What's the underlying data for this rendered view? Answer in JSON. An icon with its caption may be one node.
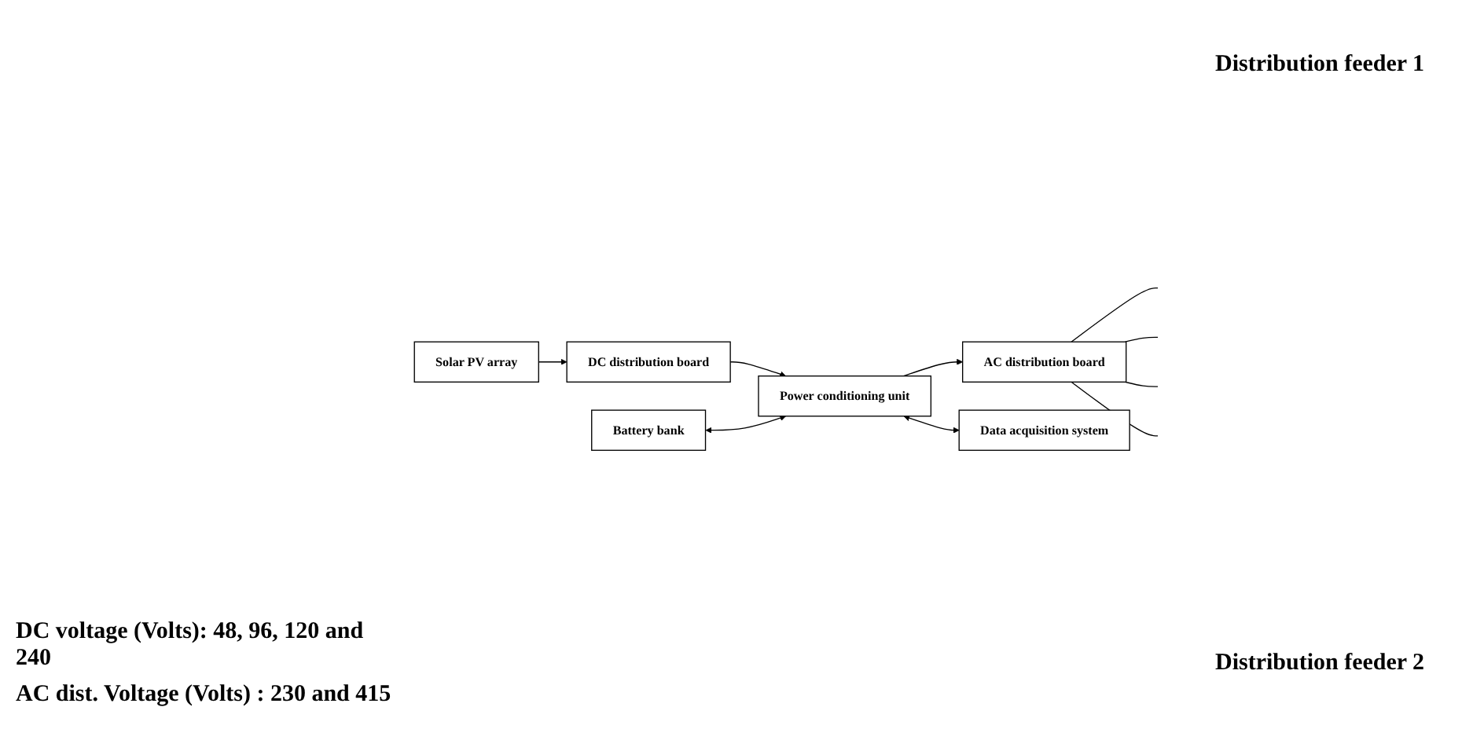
{
  "diagram": {
    "nodes": [
      {
        "text": [
          "Solar PV array"
        ]
      },
      {
        "text": [
          "DC distribution board"
        ]
      },
      {
        "text": [
          "Battery bank"
        ]
      },
      {
        "text": [
          "Power conditioning unit"
        ]
      },
      {
        "text": [
          "AC distribution board"
        ]
      },
      {
        "text": [
          "Data acquisition system"
        ]
      }
    ],
    "edges": [
      {
        "from": 0,
        "to": 1,
        "arrow": "to"
      },
      {
        "from": 1,
        "to": 3,
        "arrow": "to"
      },
      {
        "from": 3,
        "to": 4,
        "arrow": "to"
      },
      {
        "from": 2,
        "to": 3,
        "arrow": "both"
      },
      {
        "from": 3,
        "to": 5,
        "arrow": "both"
      },
      {
        "from": 4,
        "to": null,
        "arrow": "none"
      },
      {
        "from": 4,
        "to": null,
        "arrow": "none"
      },
      {
        "from": 4,
        "to": null,
        "arrow": "none"
      },
      {
        "from": 4,
        "to": null,
        "arrow": "none"
      }
    ],
    "labels": [
      "Distribution feeder 1",
      "DC voltage (Volts): 48, 96, 120 and 240",
      "AC dist. Voltage (Volts) : 230 and 415",
      "Distribution feeder 2"
    ]
  }
}
